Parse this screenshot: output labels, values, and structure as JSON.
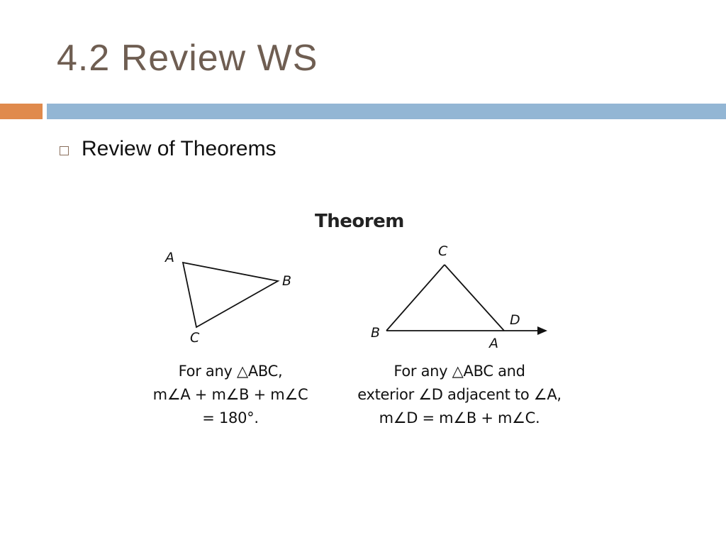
{
  "slide": {
    "title": "4.2 Review WS",
    "bullet": "Review of Theorems"
  },
  "figure": {
    "heading": "Theorem",
    "left_triangle": {
      "labels": {
        "a": "A",
        "b": "B",
        "c": "C"
      },
      "caption_lines": [
        "For any △ABC,",
        "m∠A + m∠B + m∠C",
        "= 180°."
      ]
    },
    "right_triangle": {
      "labels": {
        "c": "C",
        "b": "B",
        "a": "A",
        "d": "D"
      },
      "caption_lines": [
        "For any △ABC and",
        "exterior ∠D adjacent to ∠A,",
        "m∠D = m∠B + m∠C."
      ]
    }
  },
  "colors": {
    "title": "#6f5e52",
    "accent_orange": "#e08a4c",
    "accent_blue": "#93b6d4"
  }
}
